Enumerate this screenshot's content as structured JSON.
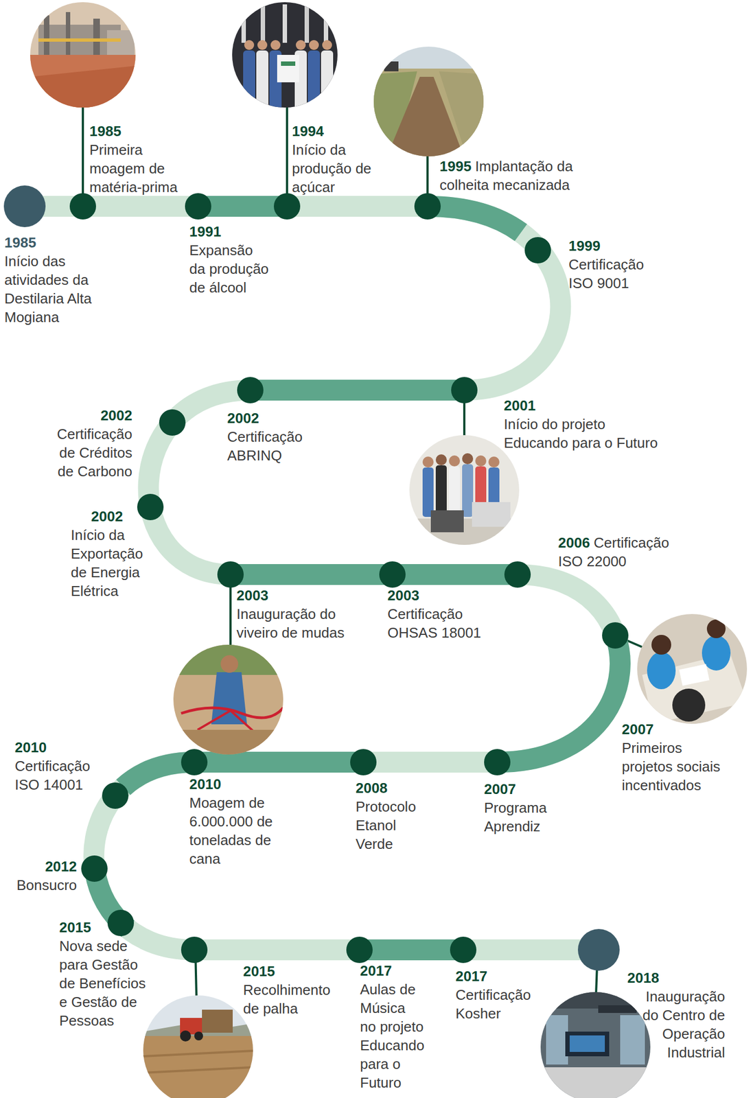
{
  "diagram": {
    "nodes": [
      {
        "text": [
          "1985",
          "Início das atividades da Destilaria Alta Mogiana"
        ]
      },
      {
        "text": [
          "1985",
          "Primeira moagem de matéria-prima"
        ]
      },
      {
        "text": [
          "1991",
          "Expansão da produção de álcool"
        ]
      },
      {
        "text": [
          "1994",
          "Início da produção de açúcar"
        ]
      },
      {
        "text": [
          "1995",
          "Implantação da colheita mecanizada"
        ]
      },
      {
        "text": [
          "1999",
          "Certificação ISO 9001"
        ]
      },
      {
        "text": [
          "2001",
          "Início do projeto Educando para o Futuro"
        ]
      },
      {
        "text": [
          "2002",
          "Certificação ABRINQ"
        ]
      },
      {
        "text": [
          "2002",
          "Certificação de Créditos de Carbono"
        ]
      },
      {
        "text": [
          "2002",
          "Início da Exportação de Energia Elétrica"
        ]
      },
      {
        "text": [
          "2003",
          "Inauguração do viveiro de mudas"
        ]
      },
      {
        "text": [
          "2003",
          "Certificação OHSAS 18001"
        ]
      },
      {
        "text": [
          "2006",
          "Certificação ISO 22000"
        ]
      },
      {
        "text": [
          "2007",
          "Primeiros projetos sociais incentivados"
        ]
      },
      {
        "text": [
          "2007",
          "Programa Aprendiz"
        ]
      },
      {
        "text": [
          "2008",
          "Protocolo Etanol Verde"
        ]
      },
      {
        "text": [
          "2010",
          "Moagem de 6.000.000 de toneladas de cana"
        ]
      },
      {
        "text": [
          "2010",
          "Certificação ISO 14001"
        ]
      },
      {
        "text": [
          "2012",
          "Bonsucro"
        ]
      },
      {
        "text": [
          "2015",
          "Nova sede para Gestão de Benefícios e Gestão de Pessoas"
        ]
      },
      {
        "text": [
          "2015",
          "Recolhimento de palha"
        ]
      },
      {
        "text": [
          "2017",
          "Aulas de Música no projeto Educando para o Futuro"
        ]
      },
      {
        "text": [
          "2017",
          "Certificação Kosher"
        ]
      },
      {
        "text": [
          "2018",
          "Inauguração do Centro de Operação Industrial"
        ]
      }
    ]
  }
}
